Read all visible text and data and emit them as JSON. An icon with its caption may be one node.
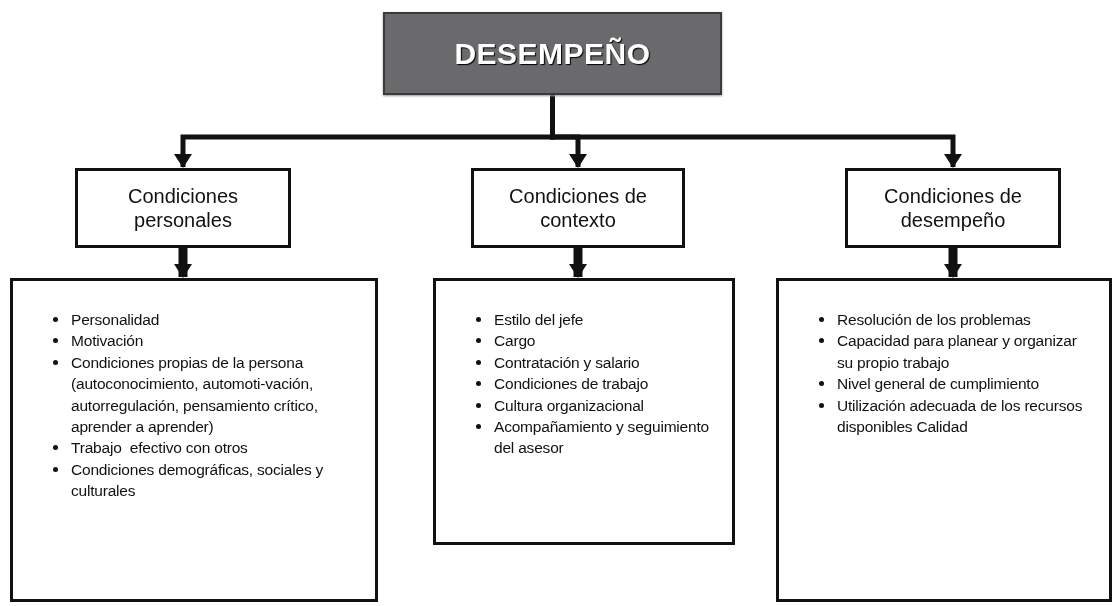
{
  "diagram": {
    "nodes": [
      {
        "text": [
          "DESEMPEÑO"
        ]
      },
      {
        "text": [
          "Condiciones personales"
        ]
      },
      {
        "text": [
          "Condiciones de contexto"
        ]
      },
      {
        "text": [
          "Condiciones de desempeño"
        ]
      },
      {
        "text": [
          "Personalidad",
          "Motivación",
          "Condiciones propias de la persona (autoconocimiento, automoti-vación, autorregulación, pensamiento crítico, aprender a aprender)",
          "Trabajo  efectivo con otros",
          "Condiciones demográficas, sociales y culturales"
        ]
      },
      {
        "text": [
          "Estilo del jefe",
          "Cargo",
          "Contratación y salario",
          "Condiciones de trabajo",
          "Cultura organizacional",
          "Acompañamiento y seguimiento del asesor"
        ]
      },
      {
        "text": [
          "Resolución de los problemas",
          "Capacidad para planear y organizar su propio trabajo",
          "Nivel general de cumplimiento",
          "Utilización adecuada de los recursos disponibles Calidad"
        ]
      }
    ],
    "edges": [
      {
        "from": 0,
        "to": 1,
        "arrow": "to"
      },
      {
        "from": 0,
        "to": 2,
        "arrow": "to"
      },
      {
        "from": 0,
        "to": 3,
        "arrow": "to"
      },
      {
        "from": 1,
        "to": 4,
        "arrow": "to",
        "style": "thick"
      },
      {
        "from": 2,
        "to": 5,
        "arrow": "to",
        "style": "thick"
      },
      {
        "from": 3,
        "to": 6,
        "arrow": "to",
        "style": "thick"
      }
    ]
  }
}
